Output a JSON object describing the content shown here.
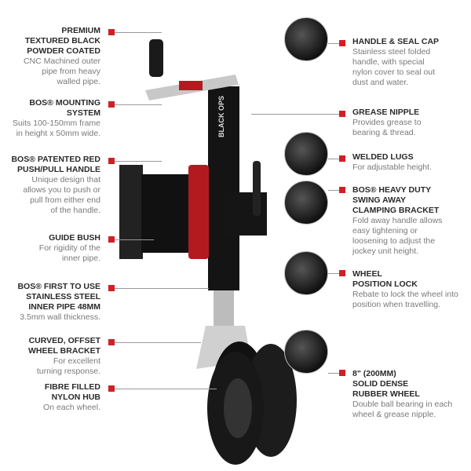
{
  "left_callouts": [
    {
      "title": "PREMIUM\nTEXTURED BLACK\nPOWDER COATED",
      "desc": "CNC Machined outer\npipe from heavy\nwalled pipe."
    },
    {
      "title": "BOS® MOUNTING\nSYSTEM",
      "desc": "Suits 100-150mm frame\nin height x 50mm wide."
    },
    {
      "title": "BOS® PATENTED RED\nPUSH/PULL HANDLE",
      "desc": "Unique design that\nallows you to push or\npull from either end\nof the handle."
    },
    {
      "title": "GUIDE BUSH",
      "desc": "For rigidity of the\ninner pipe."
    },
    {
      "title": "BOS® FIRST TO USE\nSTAINLESS STEEL\nINNER PIPE 48MM",
      "desc": "3.5mm wall thickness."
    },
    {
      "title": "CURVED, OFFSET\nWHEEL BRACKET",
      "desc": "For excellent\nturning response."
    },
    {
      "title": "FIBRE FILLED\nNYLON HUB",
      "desc": "On each wheel."
    }
  ],
  "right_callouts": [
    {
      "title": "HANDLE & SEAL CAP",
      "desc": "Stainless steel folded\nhandle, with special\nnylon cover to seal out\ndust and water."
    },
    {
      "title": "GREASE NIPPLE",
      "desc": "Provides grease to\nbearing & thread."
    },
    {
      "title": "WELDED LUGS",
      "desc": "For adjustable height."
    },
    {
      "title": "BOS® HEAVY DUTY\nSWING AWAY\nCLAMPING BRACKET",
      "desc": "Fold away handle allows\neasy tightening or\nloosening to adjust the\njockey unit height."
    },
    {
      "title": "WHEEL\nPOSITION LOCK",
      "desc": "Rebate to lock the wheel into\nposition when travelling."
    },
    {
      "title": "8\" (200MM)\nSOLID DENSE\nRUBBER WHEEL",
      "desc": "Double ball bearing in each\nwheel & grease nipple."
    }
  ],
  "product_label": "BLACK OPS",
  "colors": {
    "accent": "#d21f26"
  }
}
